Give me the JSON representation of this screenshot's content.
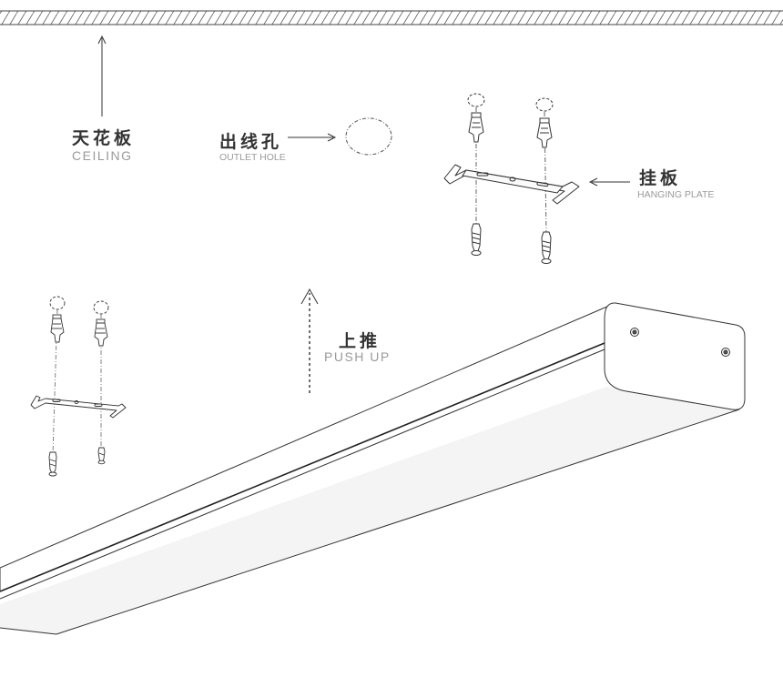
{
  "labels": {
    "ceiling": {
      "cn": "天花板",
      "en": "CEILING"
    },
    "outlet": {
      "cn": "出线孔",
      "en": "OUTLET HOLE"
    },
    "plate": {
      "cn": "挂板",
      "en": "HANGING PLATE"
    },
    "push": {
      "cn": "上推",
      "en": "PUSH UP"
    }
  },
  "colors": {
    "line": "#333333",
    "label_cn": "#333333",
    "label_en": "#9a9a9a",
    "diffuser": "#f4f4f4"
  }
}
